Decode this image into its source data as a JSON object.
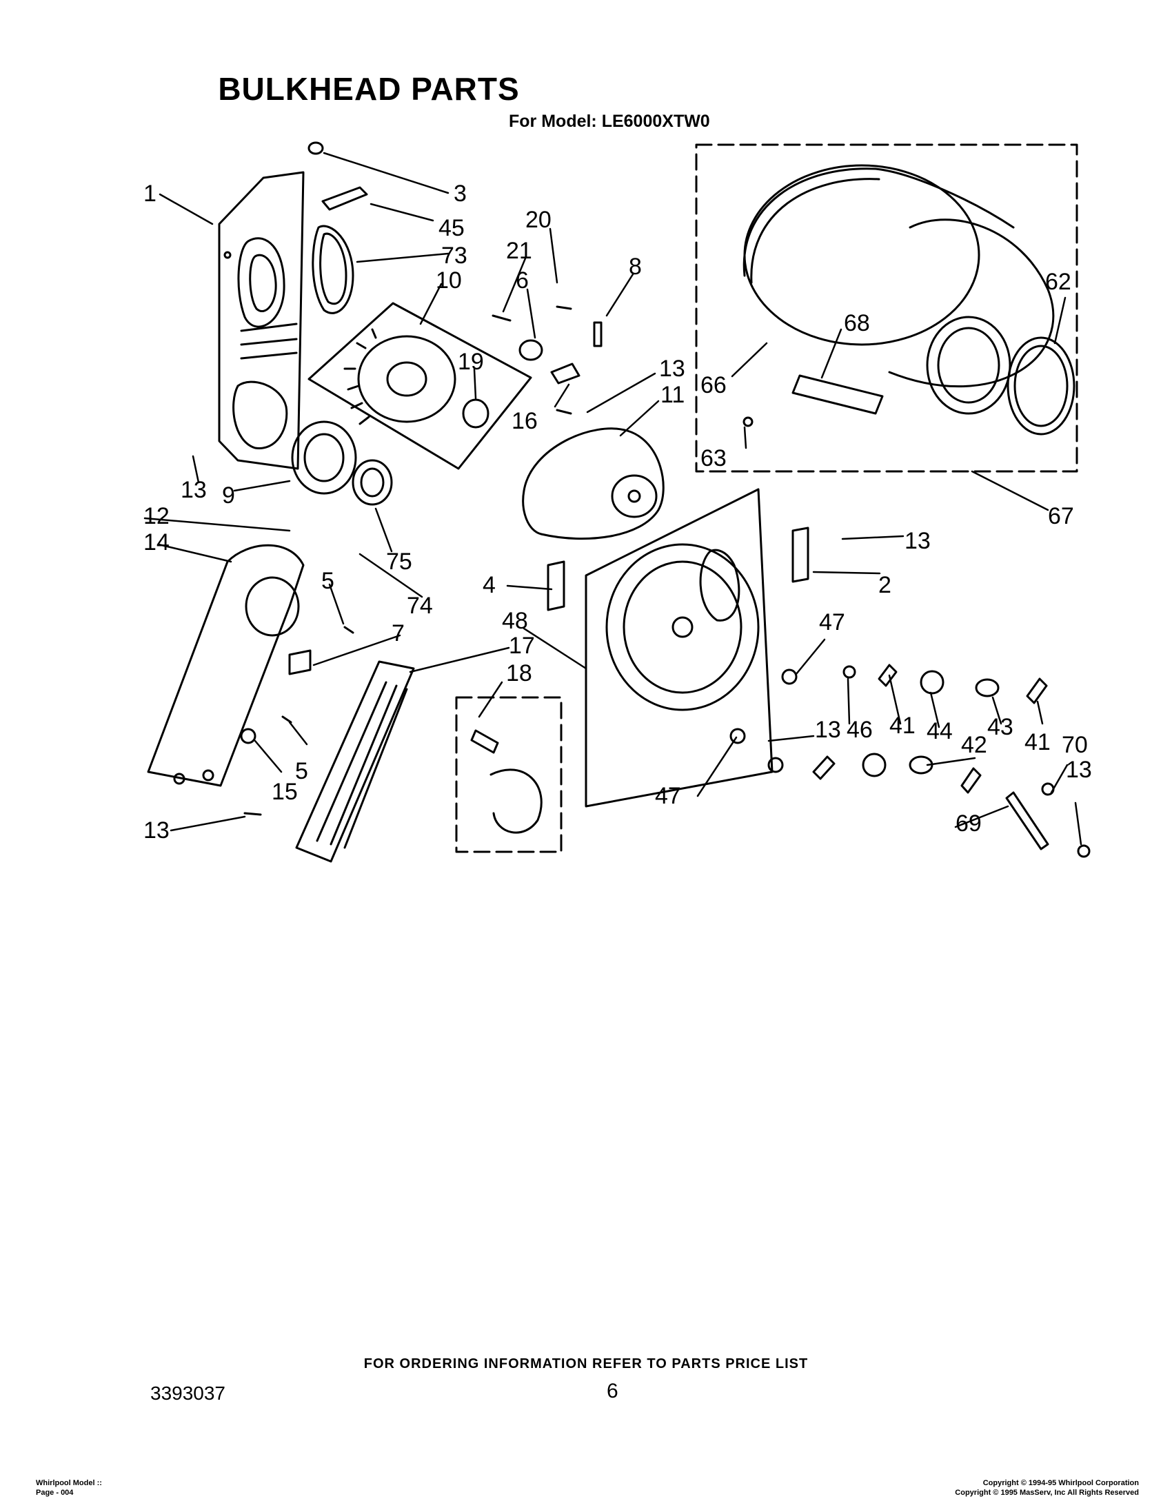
{
  "header": {
    "title": "BULKHEAD PARTS",
    "model_line": "For Model: LE6000XTW0"
  },
  "callouts": {
    "c1": "1",
    "c3": "3",
    "c45": "45",
    "c73": "73",
    "c10": "10",
    "c20": "20",
    "c21": "21",
    "c6": "6",
    "c8": "8",
    "c19": "19",
    "c13a": "13",
    "c11": "11",
    "c16": "16",
    "c13b": "13",
    "c9": "9",
    "c12": "12",
    "c14": "14",
    "c75": "75",
    "c74": "74",
    "c5a": "5",
    "c7": "7",
    "c17": "17",
    "c18": "18",
    "c5b": "5",
    "c15": "15",
    "c13c": "13",
    "c4": "4",
    "c48": "48",
    "c2": "2",
    "c13d": "13",
    "c47a": "47",
    "c13e": "13",
    "c46": "46",
    "c41a": "41",
    "c44": "44",
    "c43": "43",
    "c41b": "41",
    "c42": "42",
    "c70": "70",
    "c13f": "13",
    "c47b": "47",
    "c69": "69",
    "c66": "66",
    "c68": "68",
    "c62": "62",
    "c63": "63",
    "c67": "67"
  },
  "footer": {
    "ordering_note": "FOR ORDERING INFORMATION REFER TO PARTS PRICE LIST",
    "doc_number": "3393037",
    "page_number": "6",
    "left_line1": "Whirlpool Model ::",
    "left_line2": "Page - 004",
    "right_line1": "Copyright © 1994-95 Whirlpool Corporation",
    "right_line2": "Copyright © 1995 MasServ, Inc   All Rights Reserved"
  }
}
